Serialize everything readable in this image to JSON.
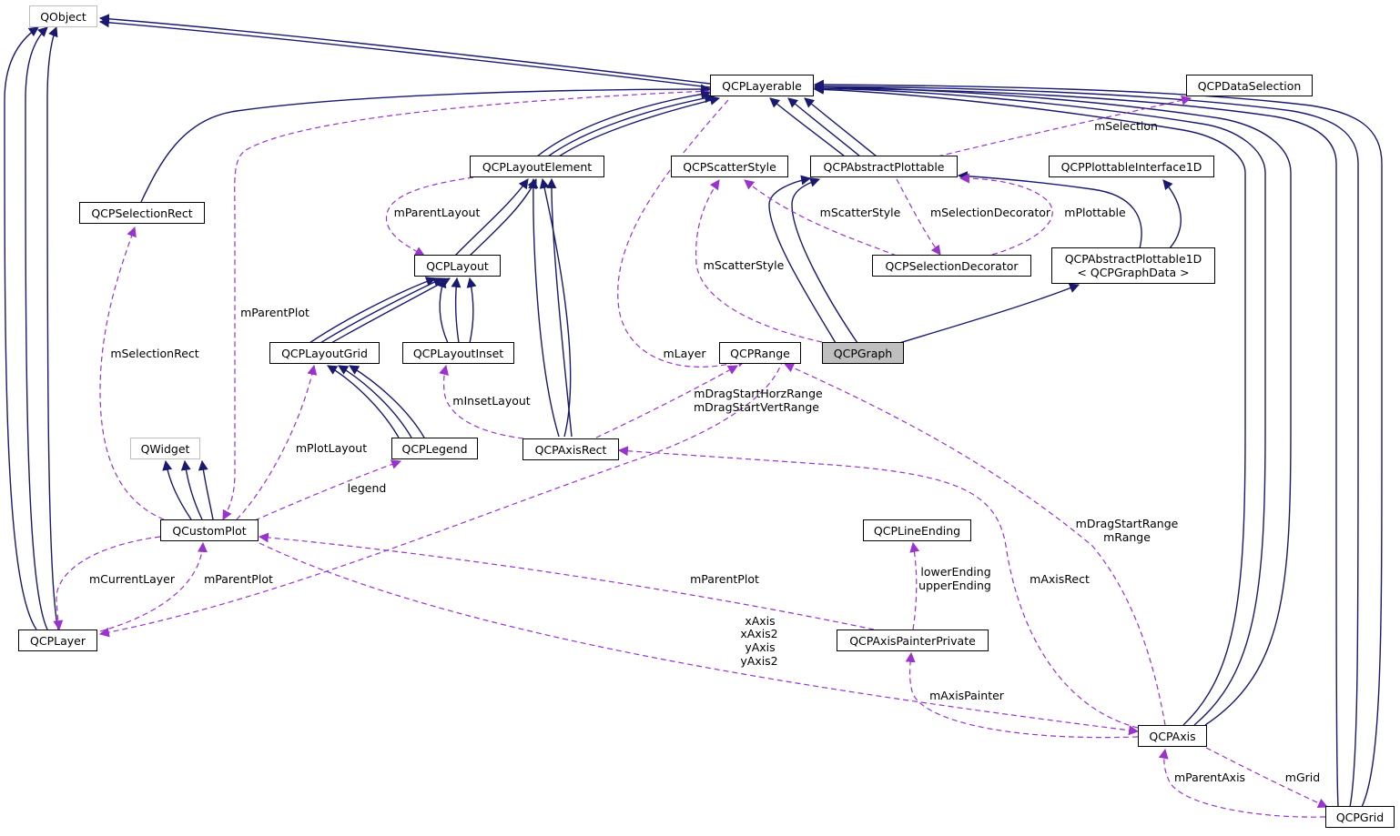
{
  "colors": {
    "inheritance": "#191970",
    "usage": "#9a32cd",
    "focus_fill": "#bfbfbf",
    "external_border": "#bfbfbf"
  },
  "nodes": {
    "qobject": "QObject",
    "qcplayerable": "QCPLayerable",
    "qcpdataselection": "QCPDataSelection",
    "qcplayoutelement": "QCPLayoutElement",
    "qcpscatterstyle": "QCPScatterStyle",
    "qcpabstractplottable": "QCPAbstractPlottable",
    "qcpplottableinterface1d": "QCPPlottableInterface1D",
    "qcpselectionrect": "QCPSelectionRect",
    "qcplayout": "QCPLayout",
    "qcpselectiondecorator": "QCPSelectionDecorator",
    "qcpabstractplottable1d_line1": "QCPAbstractPlottable1D",
    "qcpabstractplottable1d_line2": "< QCPGraphData >",
    "qcplayoutgrid": "QCPLayoutGrid",
    "qcplayoutinset": "QCPLayoutInset",
    "qcprange": "QCPRange",
    "qcpgraph": "QCPGraph",
    "qwidget": "QWidget",
    "qcplegend": "QCPLegend",
    "qcpaxisrect": "QCPAxisRect",
    "qcustomplot": "QCustomPlot",
    "qcplineending": "QCPLineEnding",
    "qcplayer": "QCPLayer",
    "qcpaxispainterprivate": "QCPAxisPainterPrivate",
    "qcpaxis": "QCPAxis",
    "qcpgrid": "QCPGrid"
  },
  "edge_labels": {
    "mselection": "mSelection",
    "mparentlayout": "mParentLayout",
    "mscatterstyle_decorator": "mScatterStyle",
    "mselectiondecorator": "mSelectionDecorator",
    "mplottable": "mPlottable",
    "mscatterstyle_graph": "mScatterStyle",
    "mparentplot_layerable": "mParentPlot",
    "mselectionrect": "mSelectionRect",
    "mlayer": "mLayer",
    "mdragstart_1": "mDragStartHorzRange",
    "mdragstart_2": "mDragStartVertRange",
    "minsetlayout": "mInsetLayout",
    "mplotlayout": "mPlotLayout",
    "legend": "legend",
    "mdragstartrange_1": "mDragStartRange",
    "mdragstartrange_2": "mRange",
    "lowerending_1": "lowerEnding",
    "lowerending_2": "upperEnding",
    "mcurrentlayer": "mCurrentLayer",
    "mparentplot_layer": "mParentPlot",
    "mparentplot_painter": "mParentPlot",
    "maxisrect": "mAxisRect",
    "axes_1": "xAxis",
    "axes_2": "xAxis2",
    "axes_3": "yAxis",
    "axes_4": "yAxis2",
    "maxispainter": "mAxisPainter",
    "mparentaxis": "mParentAxis",
    "mgrid": "mGrid"
  }
}
